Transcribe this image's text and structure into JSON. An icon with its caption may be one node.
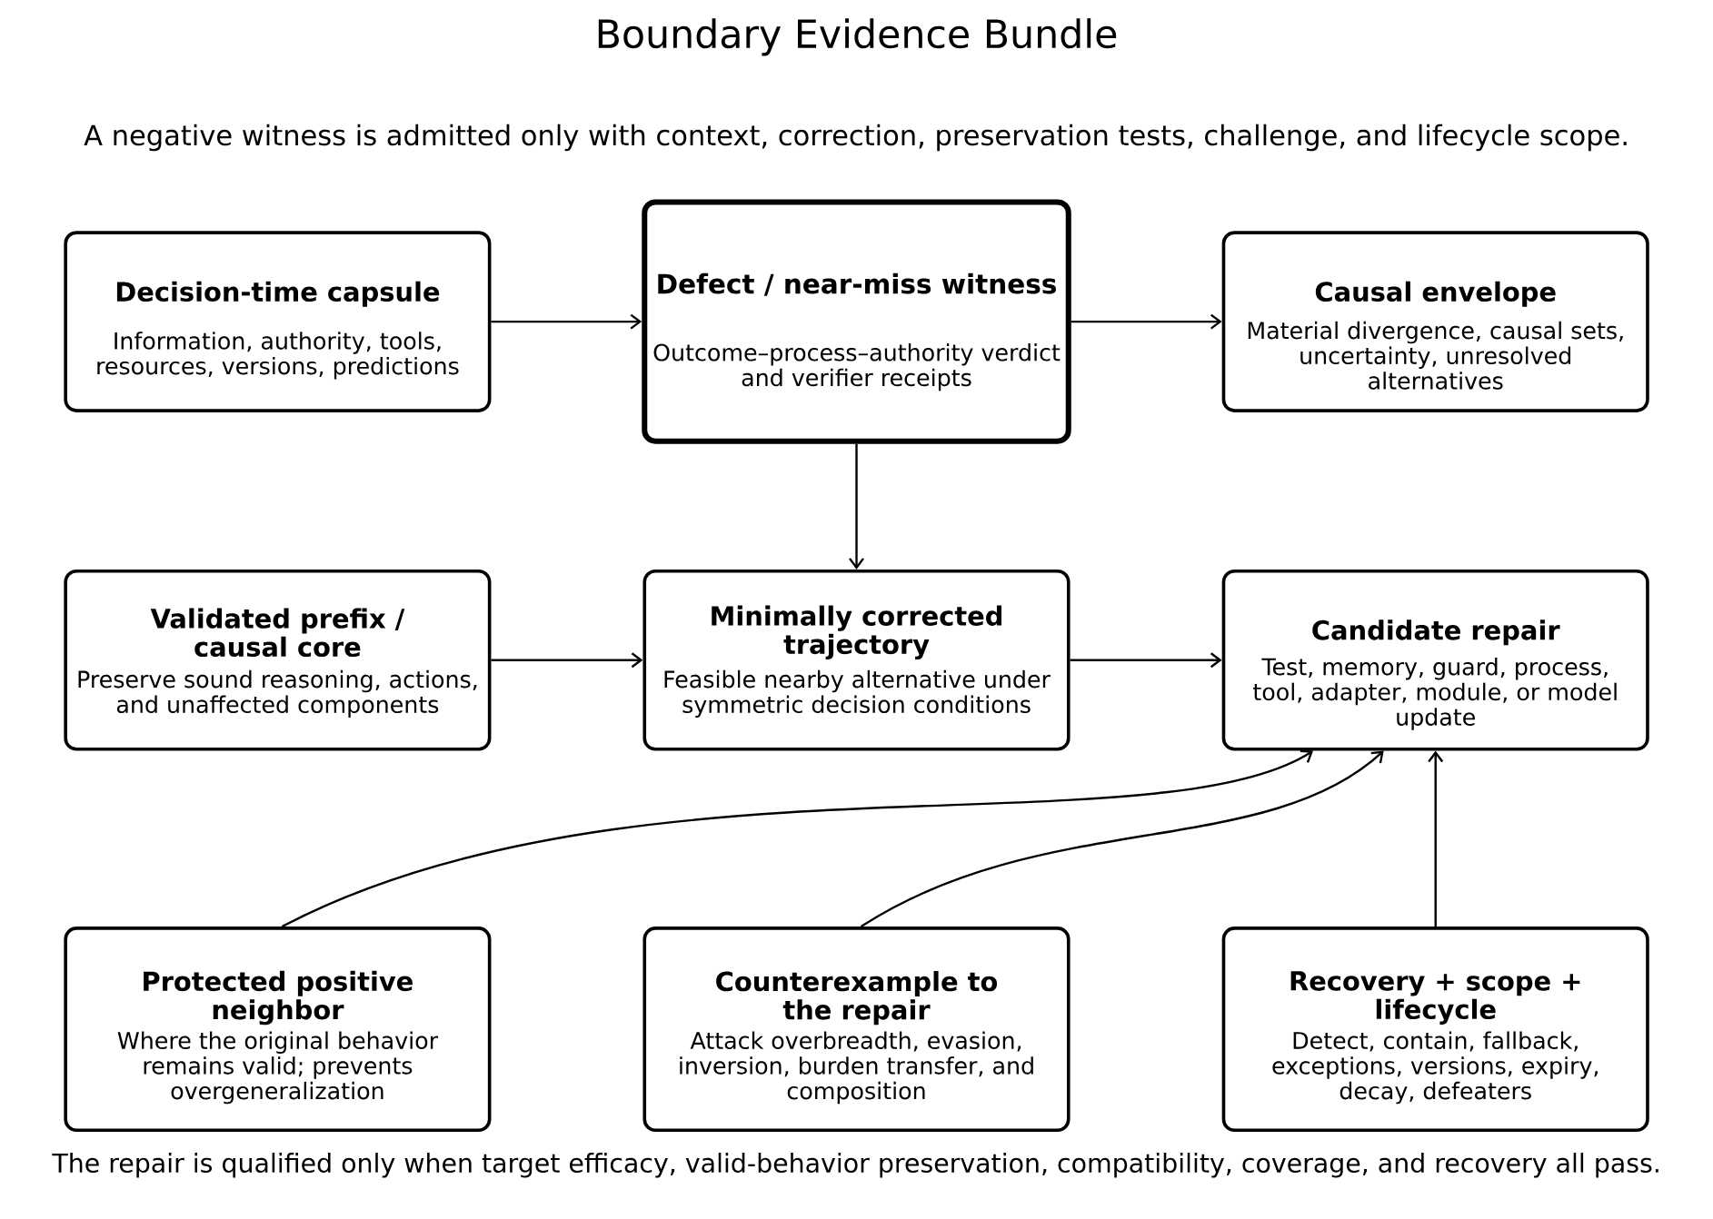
{
  "diagram": {
    "title": "Boundary Evidence Bundle",
    "caption": "The repair is qualified only when target efficacy, valid-behavior preservation, compatibility, coverage, and recovery all pass.",
    "labels": [
      "A negative witness is admitted only with context, correction, preservation tests, challenge, and lifecycle scope."
    ],
    "nodes": [
      {
        "text": [
          "Decision-time capsule",
          "Information, authority, tools, resources, versions, predictions"
        ]
      },
      {
        "text": [
          "Defect / near-miss witness",
          "Outcome–process–authority verdict and verifier receipts"
        ]
      },
      {
        "text": [
          "Causal envelope",
          "Material divergence, causal sets, uncertainty, unresolved alternatives"
        ]
      },
      {
        "text": [
          "Validated prefix / causal core",
          "Preserve sound reasoning, actions, and unaffected components"
        ]
      },
      {
        "text": [
          "Minimally corrected trajectory",
          "Feasible nearby alternative under symmetric decision conditions"
        ]
      },
      {
        "text": [
          "Candidate repair",
          "Test, memory, guard, process, tool, adapter, module, or model update"
        ]
      },
      {
        "text": [
          "Protected positive neighbor",
          "Where the original behavior remains valid; prevents overgeneralization"
        ]
      },
      {
        "text": [
          "Counterexample to the repair",
          "Attack overbreadth, evasion, inversion, burden transfer, and composition"
        ]
      },
      {
        "text": [
          "Recovery + scope + lifecycle",
          "Detect, contain, fallback, exceptions, versions, expiry, decay, defeaters"
        ]
      }
    ],
    "edges": [
      {
        "from": 0,
        "to": 1,
        "arrow": "to"
      },
      {
        "from": 1,
        "to": 2,
        "arrow": "to"
      },
      {
        "from": 1,
        "to": 4,
        "arrow": "to"
      },
      {
        "from": 3,
        "to": 4,
        "arrow": "to"
      },
      {
        "from": 4,
        "to": 5,
        "arrow": "to"
      },
      {
        "from": 6,
        "to": 5,
        "arrow": "to"
      },
      {
        "from": 7,
        "to": 5,
        "arrow": "to"
      },
      {
        "from": 8,
        "to": 5,
        "arrow": "to"
      }
    ]
  }
}
